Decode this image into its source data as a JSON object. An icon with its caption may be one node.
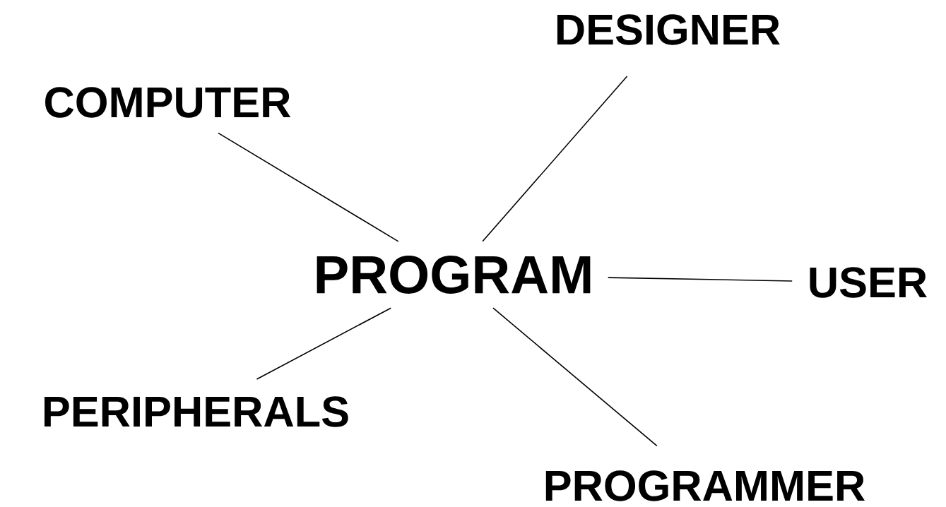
{
  "diagram": {
    "nodes": [
      {
        "text": [
          "PROGRAM"
        ]
      },
      {
        "text": [
          "COMPUTER"
        ]
      },
      {
        "text": [
          "DESIGNER"
        ]
      },
      {
        "text": [
          "USER"
        ]
      },
      {
        "text": [
          "PERIPHERALS"
        ]
      },
      {
        "text": [
          "PROGRAMMER"
        ]
      }
    ],
    "edges": [
      {
        "from": 0,
        "to": 1,
        "arrow": "none"
      },
      {
        "from": 0,
        "to": 2,
        "arrow": "none"
      },
      {
        "from": 0,
        "to": 3,
        "arrow": "none"
      },
      {
        "from": 0,
        "to": 4,
        "arrow": "none"
      },
      {
        "from": 0,
        "to": 5,
        "arrow": "none"
      }
    ]
  }
}
